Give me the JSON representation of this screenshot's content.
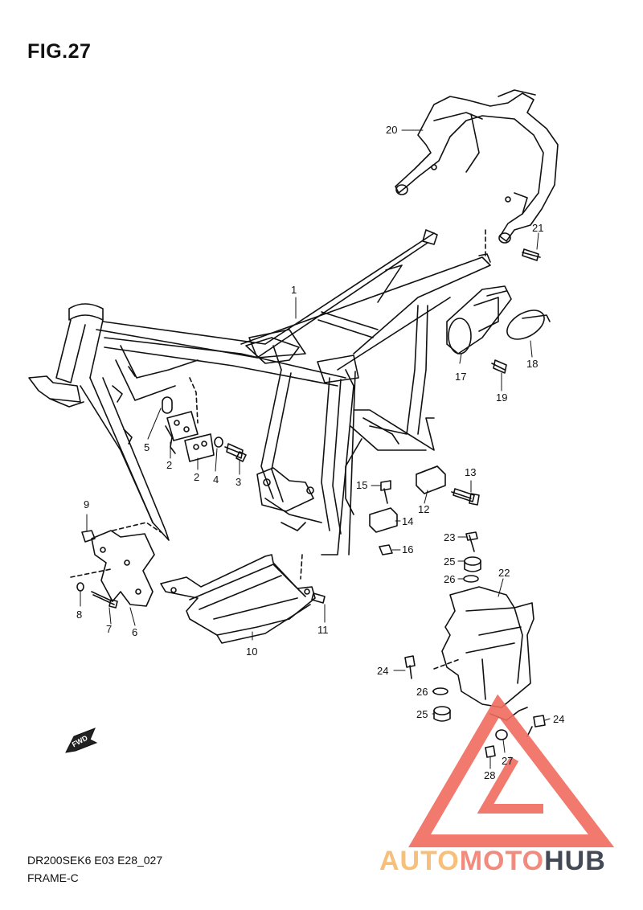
{
  "figure": {
    "title": "FIG.27"
  },
  "footer": {
    "model_code": "DR200SEK6 E03 E28_027",
    "section": "FRAME-C"
  },
  "fwd_label": "FWD",
  "watermark": {
    "part_a": "AUTO",
    "part_b": "MOTO",
    "part_c": "HUB"
  },
  "callouts": [
    "1",
    "2",
    "2",
    "3",
    "4",
    "5",
    "6",
    "7",
    "8",
    "9",
    "10",
    "11",
    "12",
    "13",
    "14",
    "15",
    "16",
    "17",
    "18",
    "19",
    "20",
    "21",
    "22",
    "23",
    "24",
    "24",
    "25",
    "25",
    "26",
    "26",
    "27",
    "28"
  ],
  "colors": {
    "line": "#111111",
    "watermark_red": "#f06b5f",
    "watermark_orange": "#f7c07a",
    "watermark_dark": "#444a55"
  }
}
